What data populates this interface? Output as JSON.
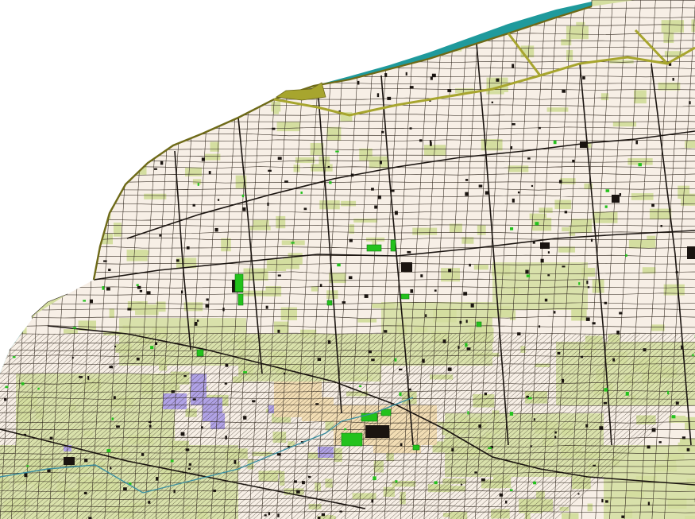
{
  "map": {
    "type": "cadastral-parcel-map",
    "colors": {
      "background": "#ffffff",
      "parcel_fill": "#f7efe6",
      "parcel_outline": "#2a2118",
      "grassland": "#d4dea0",
      "sea": "#1f9a9c",
      "sea_dark": "#127c7f",
      "dike_band": "#a7a52e",
      "dike_line": "#6e6a18",
      "built_up": "#1a1410",
      "green_patch": "#23c21c",
      "green_patch_dark": "#0f7a12",
      "lavender": "#b0a2e6",
      "peach": "#f2ddb4",
      "canal": "#3c8fa0"
    },
    "layers": [
      {
        "name": "sea-inlet"
      },
      {
        "name": "land-parcels"
      },
      {
        "name": "grassland-parcels"
      },
      {
        "name": "dike-lines"
      },
      {
        "name": "roads"
      },
      {
        "name": "built-up-areas"
      },
      {
        "name": "green-patches"
      },
      {
        "name": "lavender-parcels"
      },
      {
        "name": "peach-parcels"
      },
      {
        "name": "canals"
      }
    ]
  }
}
